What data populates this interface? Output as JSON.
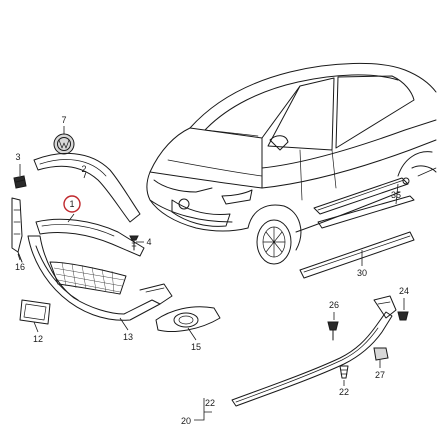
{
  "callouts": {
    "c1": "1",
    "c2": "2",
    "c3": "3",
    "c4": "4",
    "c7": "7",
    "c12": "12",
    "c13": "13",
    "c15": "15",
    "c16": "16",
    "c20": "20",
    "c22a": "22",
    "c22b": "22",
    "c24": "24",
    "c26": "26",
    "c27": "27",
    "c30": "30",
    "c35": "35"
  },
  "highlight_color": "#c0282d"
}
